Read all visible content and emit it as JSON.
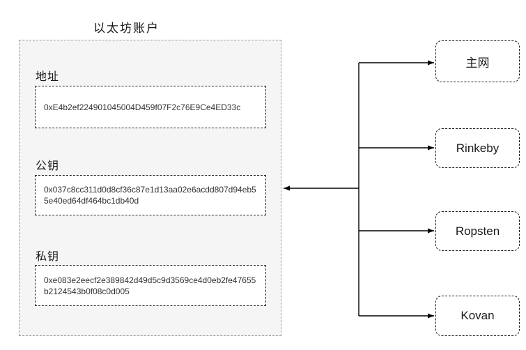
{
  "diagram": {
    "title": "以太坊账户",
    "account": {
      "fields": [
        {
          "label": "地址",
          "value": "0xE4b2ef224901045004D459f07F2c76E9Ce4ED33c"
        },
        {
          "label": "公钥",
          "value": "0x037c8cc311d0d8cf36c87e1d13aa02e6acdd807d94eb55e40ed64df464bc1db40d"
        },
        {
          "label": "私钥",
          "value": "0xe083e2eecf2e389842d49d5c9d3569ce4d0eb2fe47655b2124543b0f08c0d005"
        }
      ]
    },
    "networks": [
      {
        "label": "主网"
      },
      {
        "label": "Rinkeby"
      },
      {
        "label": "Ropsten"
      },
      {
        "label": "Kovan"
      }
    ],
    "colors": {
      "background": "#ffffff",
      "account_fill": "#f5f5f5",
      "account_border": "#999999",
      "field_border": "#222222",
      "node_border": "#1a1a1a",
      "connector": "#000000",
      "text": "#1a1a1a"
    }
  }
}
